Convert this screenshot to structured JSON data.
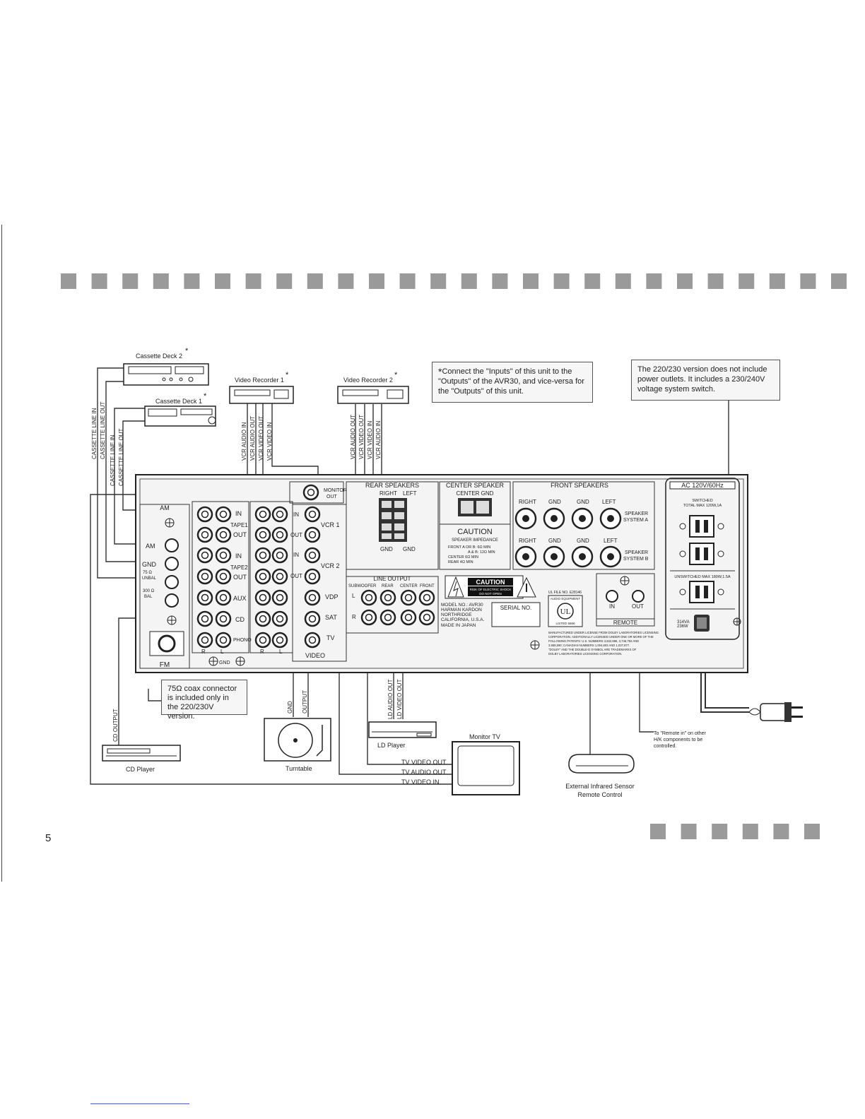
{
  "page_number": "5",
  "colors": {
    "ink": "#222222",
    "panel_bg": "#f4f4f4",
    "square": "#9a9a9a",
    "rule": "#4a5fc0"
  },
  "notes": {
    "connect": "Connect the \"Inputs\" of this unit to the \"Outputs\" of the AVR30, and vice-versa for the \"Outputs\" of this unit.",
    "power": "The 220/230 version does not include power outlets. It includes a 230/240V voltage system switch.",
    "coax": "75Ω coax connector is included only in the 220/230V version.",
    "remote_in": "To \"Remote in\" on other H/K components to be controlled."
  },
  "devices": {
    "cassette2": "Cassette Deck 2",
    "cassette1": "Cassette Deck 1",
    "vcr1": "Video Recorder 1",
    "vcr2": "Video Recorder 2",
    "cd": "CD Player",
    "turntable": "Turntable",
    "ld": "LD Player",
    "tv": "Monitor TV",
    "ir1": "External Infrared Sensor",
    "ir2": "Remote Control"
  },
  "wire_labels": {
    "cass_in1": "CASSETTE LINE IN",
    "cass_out1": "CASSETTE LINE OUT",
    "cass_in2": "CASSETTE LINE IN",
    "cass_out2": "CASSETTE LINE OUT",
    "vcr1_audio_in": "VCR AUDIO IN",
    "vcr1_audio_out": "VCR AUDIO OUT",
    "vcr1_video_out": "VCR VIDEO OUT",
    "vcr1_video_in": "VCR VIDEO IN",
    "vcr2_audio_out": "VCR AUDIO OUT",
    "vcr2_video_out": "VCR VIDEO OUT",
    "vcr2_video_in": "VCR VIDEO IN",
    "vcr2_audio_in": "VCR AUDIO IN",
    "cd_output": "CD OUTPUT",
    "tt_gnd": "GND",
    "tt_output": "OUTPUT",
    "ld_audio": "LD AUDIO OUT",
    "ld_video": "LD VIDEO OUT",
    "tv_video_out": "TV VIDEO OUT",
    "tv_audio_out": "TV AUDIO OUT",
    "tv_video_in": "TV VIDEO IN"
  },
  "panel": {
    "am": "AM",
    "fm": "FM",
    "am_small": "AM",
    "gnd": "GND",
    "ohm75": "75 Ω",
    "unbal": "UNBAL",
    "ohm300": "300 Ω",
    "bal": "BAL",
    "in1": "IN",
    "tape1": "TAPE1",
    "out1": "OUT",
    "in2": "IN",
    "tape2": "TAPE2",
    "out2": "OUT",
    "aux": "AUX",
    "cdj": "CD",
    "phono": "PHONO",
    "r": "R",
    "l": "L",
    "r2": "R",
    "l2": "L",
    "gndp": "GND",
    "monitor": "MONITOR",
    "monitor_out": "OUT",
    "v_in1": "IN",
    "v_vcr1": "VCR 1",
    "v_out1": "OUT",
    "v_in2": "IN",
    "v_vcr2": "VCR 2",
    "v_out2": "OUT",
    "vdp": "VDP",
    "sat": "SAT",
    "tvj": "TV",
    "video": "VIDEO",
    "rear_speakers": "REAR SPEAKERS",
    "right": "RIGHT",
    "left": "LEFT",
    "gnd_r1": "GND",
    "gnd_r2": "GND",
    "center_speaker": "CENTER SPEAKER",
    "center_gnd": "CENTER GND",
    "caution": "CAUTION",
    "speaker_impedance": "SPEAKER IMPEDANCE",
    "imp_front": "FRONT   A OR B: 6Ω MIN",
    "imp_front2": "A & B: 12Ω MIN",
    "imp_center": "CENTER  6Ω MIN",
    "imp_rear": "REAR    4Ω MIN",
    "front_speakers": "FRONT SPEAKERS",
    "fs_right_a": "RIGHT",
    "fs_gnd_a1": "GND",
    "fs_gnd_a2": "GND",
    "fs_left_a": "LEFT",
    "speaker_a1": "SPEAKER",
    "speaker_a2": "SYSTEM A",
    "fs_right_b": "RIGHT",
    "fs_gnd_b1": "GND",
    "fs_gnd_b2": "GND",
    "fs_left_b": "LEFT",
    "speaker_b1": "SPEAKER",
    "speaker_b2": "SYSTEM B",
    "line_output": "LINE OUTPUT",
    "subwoofer": "SUBWOOFER",
    "rear": "REAR",
    "center": "CENTER",
    "front": "FRONT",
    "lo_l": "L",
    "lo_r": "R",
    "caution2": "CAUTION",
    "risk1": "RISK OF ELECTRIC SHOCK",
    "risk2": "DO NOT OPEN",
    "model1": "MODEL NO.: AVR30",
    "model2": "HARMAN KARDON",
    "model3": "NORTHRIDGE",
    "model4": "CALIFORNIA, U.S.A.",
    "model5": "MADE IN JAPAN",
    "serial": "SERIAL NO.",
    "ul_file": "UL FILE NO. E28146",
    "audio_equipment": "AUDIO EQUIPMENT",
    "listed": "LISTED 5666",
    "dolby1": "MANUFACTURED UNDER LICENSE FROM DOLBY LABORATORIES LICENSING",
    "dolby2": "CORPORATION. ADDITIONALLY LICENSED UNDER ONE OR MORE OF THE",
    "dolby3": "FOLLOWING PATENTS: U.S. NUMBERS 3,632,886, 3,746,792 AND",
    "dolby4": "3,959,590; CANADIAN NUMBERS 1,004,603 AND 1,037,877.",
    "dolby5": "\"DOLBY\" AND THE DOUBLE-D SYMBOL ARE TRADEMARKS OF",
    "dolby6": "DOLBY LABORATORIES LICENSING CORPORATION.",
    "remote_in": "IN",
    "remote_out": "OUT",
    "remote": "REMOTE",
    "ac": "AC 120V/60Hz",
    "switched1": "SWITCHED",
    "switched2": "TOTAL MAX 120W,1A",
    "unswitched": "UNSWITCHED MAX 180W,1.5A",
    "power1": "314VA",
    "power2": "236W"
  }
}
